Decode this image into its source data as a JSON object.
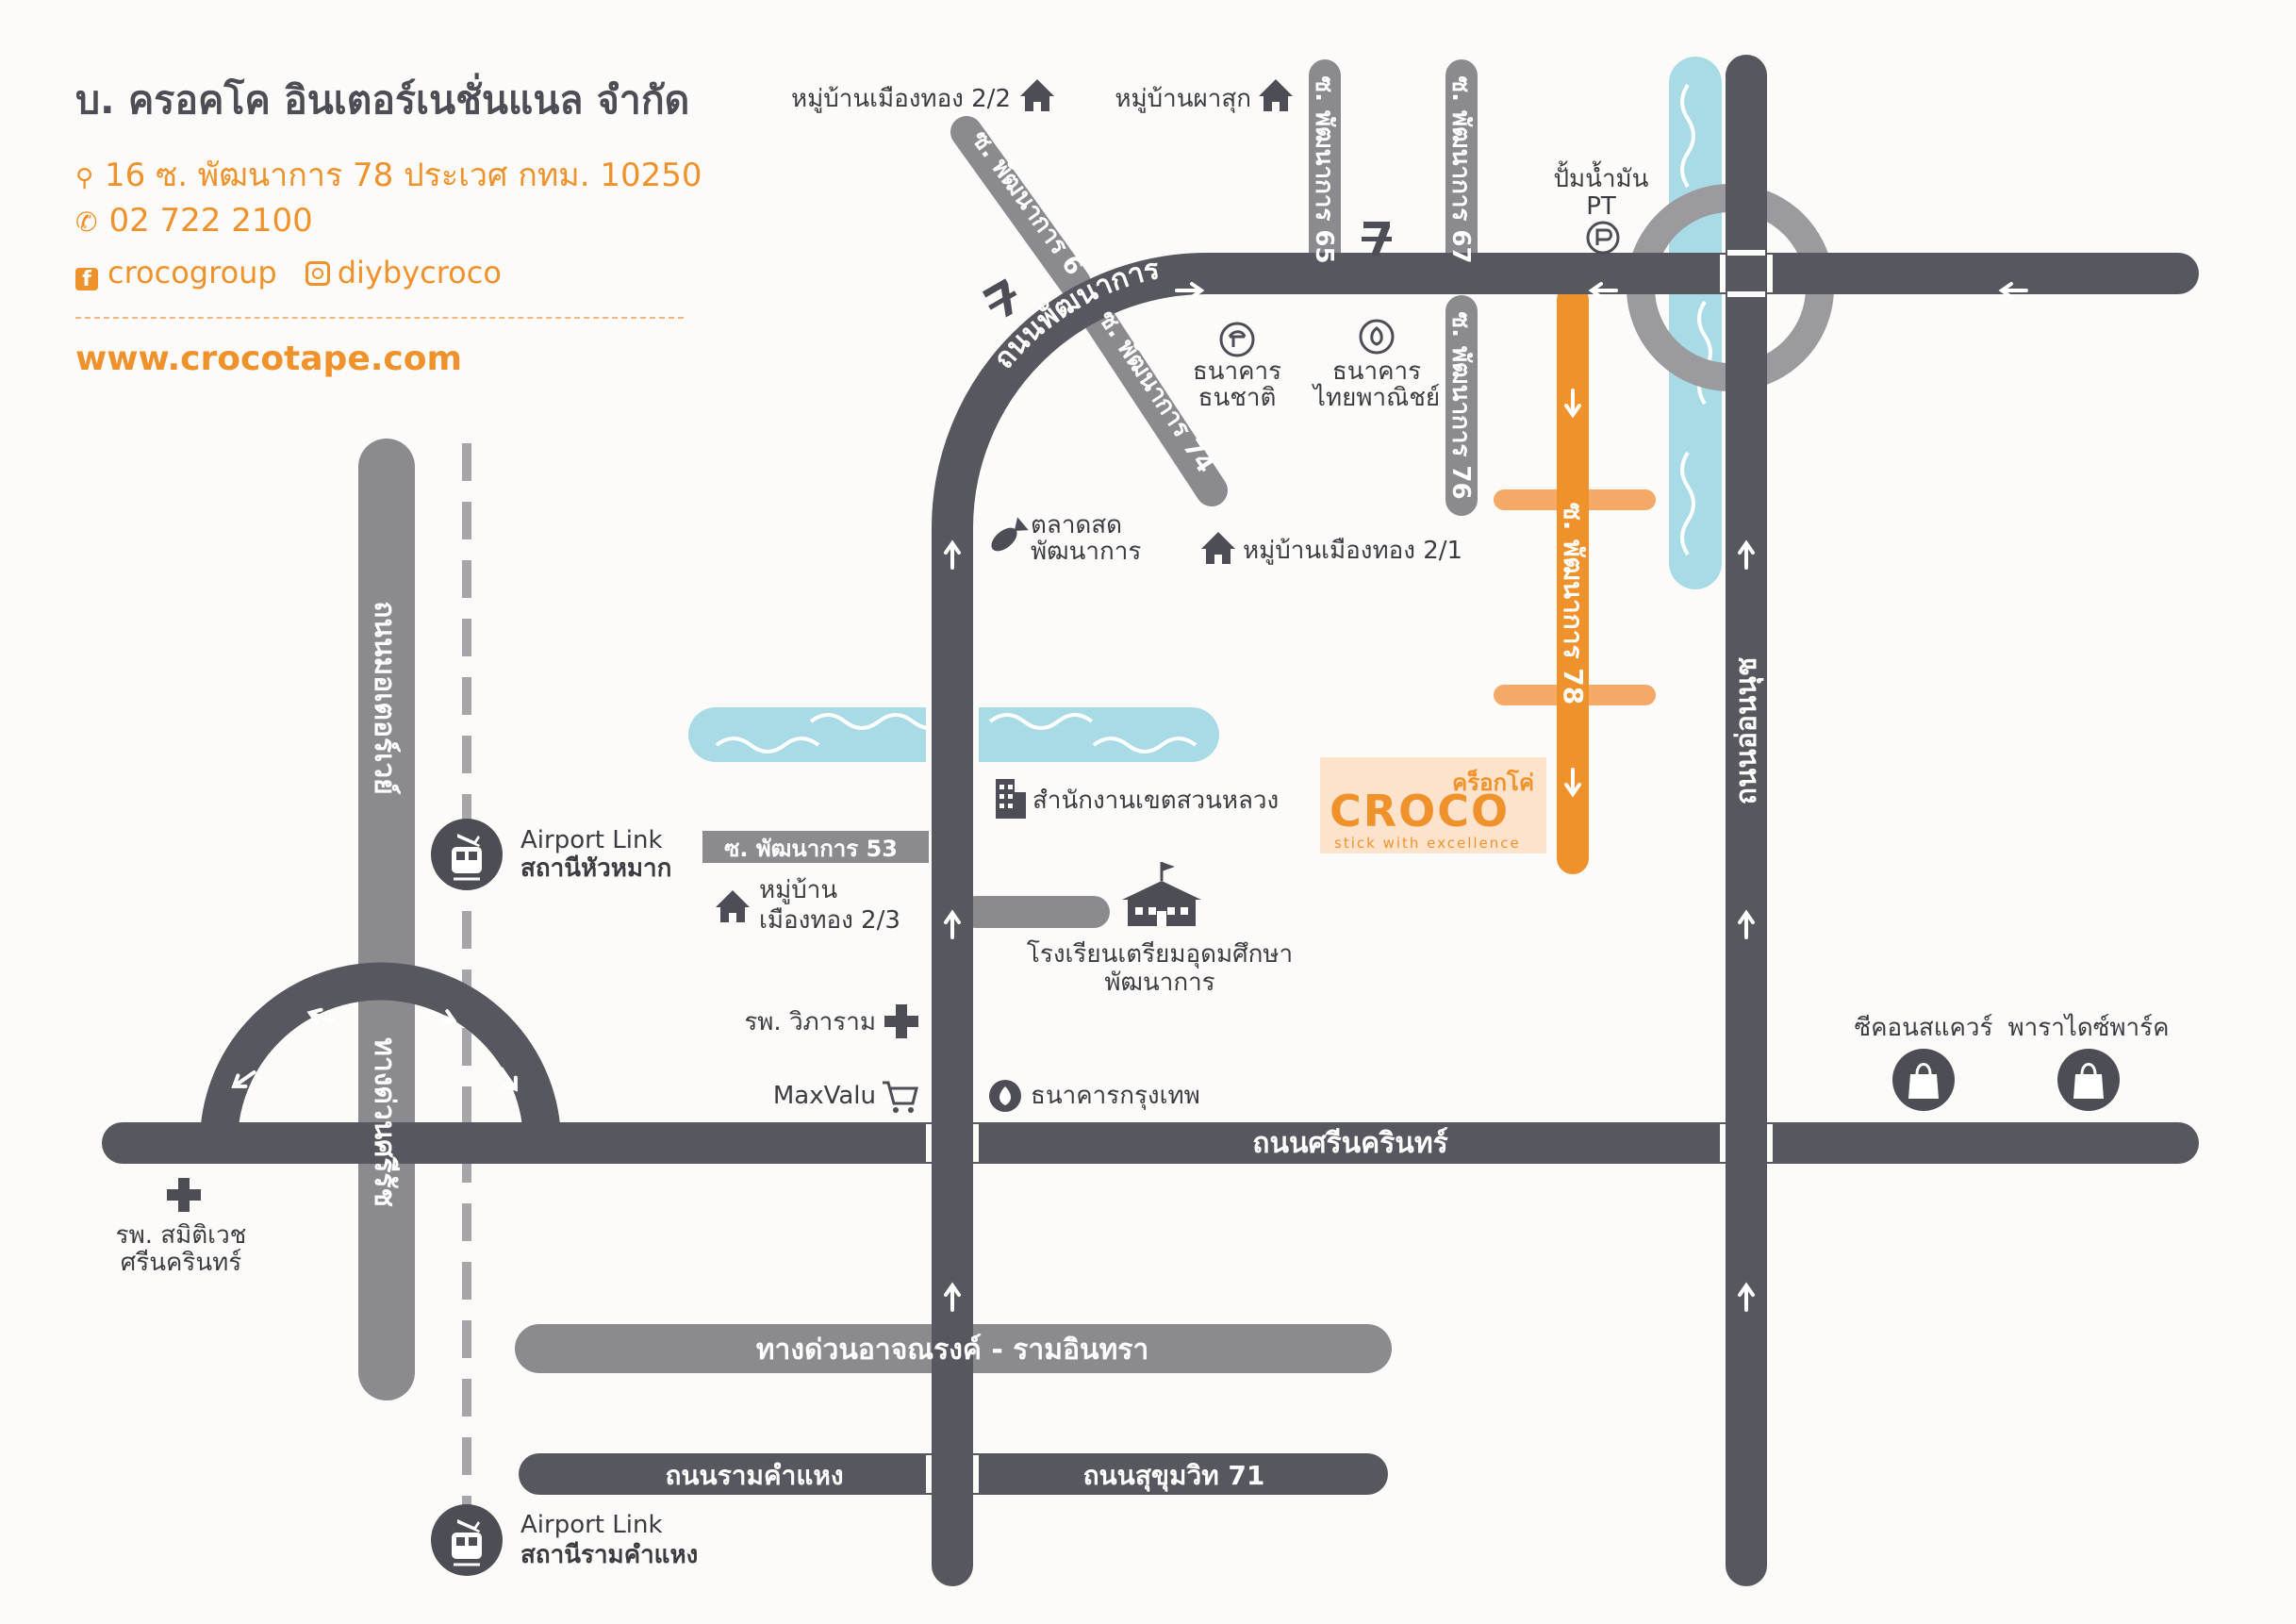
{
  "header": {
    "company": "บ. ครอคโค อินเตอร์เนชั่นแนล จำกัด",
    "address": "16 ซ. พัฒนาการ 78 ประเวศ กทม. 10250",
    "phone": "02 722 2100",
    "facebook": "crocogroup",
    "instagram": "diybycroco",
    "website": "www.crocotape.com"
  },
  "colors": {
    "road_main": "#57575f",
    "road_minor": "#8a8a8f",
    "highlight": "#f0922b",
    "highlight_light": "#f4a966",
    "water": "#a9dbe6",
    "text": "#3b3b42"
  },
  "roads": {
    "pattanakarn": "ถนนพัฒนาการ",
    "srinakarin": "ถนนศรีนครินทร์",
    "onnut": "ถนนอ่อนนุช",
    "motorway": "ถนนมอเตอร์เวย์",
    "expressway_sri_rat": "ทางด่วนศรีรัช",
    "expressway_chalong_rat": "ทางด่วนอาจณรงค์ - รามอินทรา",
    "ramkhamhaeng": "ถนนรามคำแหง",
    "sukhumvit71": "ถนนสุขุมวิท 71",
    "soi61": "ซ. พัฒนาการ 61",
    "soi74": "ซ. พัฒนาการ 74",
    "soi65": "ซ. พัฒนาการ 65",
    "soi67": "ซ. พัฒนาการ 67",
    "soi76": "ซ. พัฒนาการ 76",
    "soi78": "ซ. พัฒนาการ 78",
    "soi53": "ซ. พัฒนาการ 53"
  },
  "places": {
    "village_22": "หมู่บ้านเมืองทอง 2/2",
    "village_phasuk": "หมู่บ้านผาสุก",
    "pt_station_1": "ปั้มน้ำมัน",
    "pt_station_2": "PT",
    "bank_thanachart_1": "ธนาคาร",
    "bank_thanachart_2": "ธนชาติ",
    "bank_scb_1": "ธนาคาร",
    "bank_scb_2": "ไทยพาณิชย์",
    "market_1": "ตลาดสด",
    "market_2": "พัฒนาการ",
    "village_21": "หมู่บ้านเมืองทอง 2/1",
    "district_office": "สำนักงานเขตสวนหลวง",
    "airport_link_1_a": "Airport Link",
    "airport_link_1_b": "สถานีหัวหมาก",
    "airport_link_2_a": "Airport Link",
    "airport_link_2_b": "สถานีรามคำแหง",
    "village_23_a": "หมู่บ้าน",
    "village_23_b": "เมืองทอง 2/3",
    "school_1": "โรงเรียนเตรียมอุดมศึกษา",
    "school_2": "พัฒนาการ",
    "hospital_wiparam": "รพ. วิภาราม",
    "maxvalu": "MaxValu",
    "bangkok_bank": "ธนาคารกรุงเทพ",
    "seacon": "ซีคอนสแควร์",
    "paradise": "พาราไดซ์พาร์ค",
    "hospital_samitivej_1": "รพ. สมิติเวช",
    "hospital_samitivej_2": "ศรีนครินทร์"
  },
  "croco": {
    "thai": "คร็อกโค่",
    "logo": "CROCO",
    "tagline": "stick with excellence"
  },
  "icons": [
    "house-icon",
    "seven-eleven-icon",
    "pt-gas-icon",
    "bank-icon",
    "fish-icon",
    "building-icon",
    "train-icon",
    "school-icon",
    "hospital-cross-icon",
    "cart-icon",
    "shopping-bag-icon",
    "pin-icon",
    "phone-icon"
  ]
}
